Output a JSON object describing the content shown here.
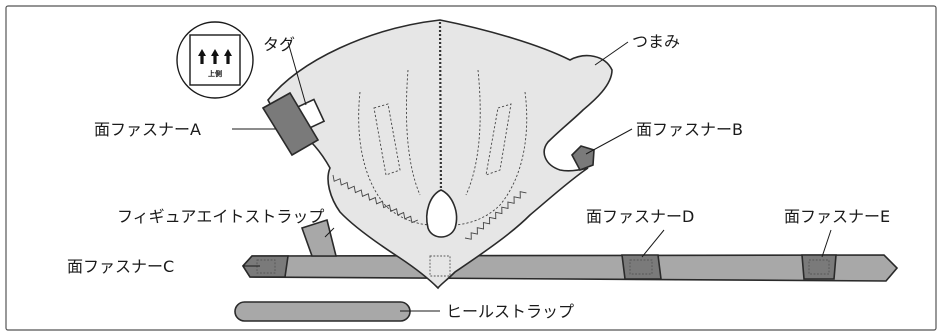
{
  "labels": {
    "tag": "タグ",
    "tag_icon_caption": "上側",
    "pull_tab": "つまみ",
    "fastener_a": "面ファスナーA",
    "fastener_b": "面ファスナーB",
    "fastener_c": "面ファスナーC",
    "fastener_d": "面ファスナーD",
    "fastener_e": "面ファスナーE",
    "figure_eight_strap": "フィギュアエイトストラップ",
    "heel_strap": "ヒールストラップ"
  },
  "colors": {
    "body_fill": "#e6e6e6",
    "strap_fill": "#a8a8a8",
    "fastener_fill": "#7a7a7a",
    "outline": "#2a2a2a",
    "frame": "#555555"
  },
  "icons": {
    "tag_icon": "this-side-up-arrows-icon"
  }
}
